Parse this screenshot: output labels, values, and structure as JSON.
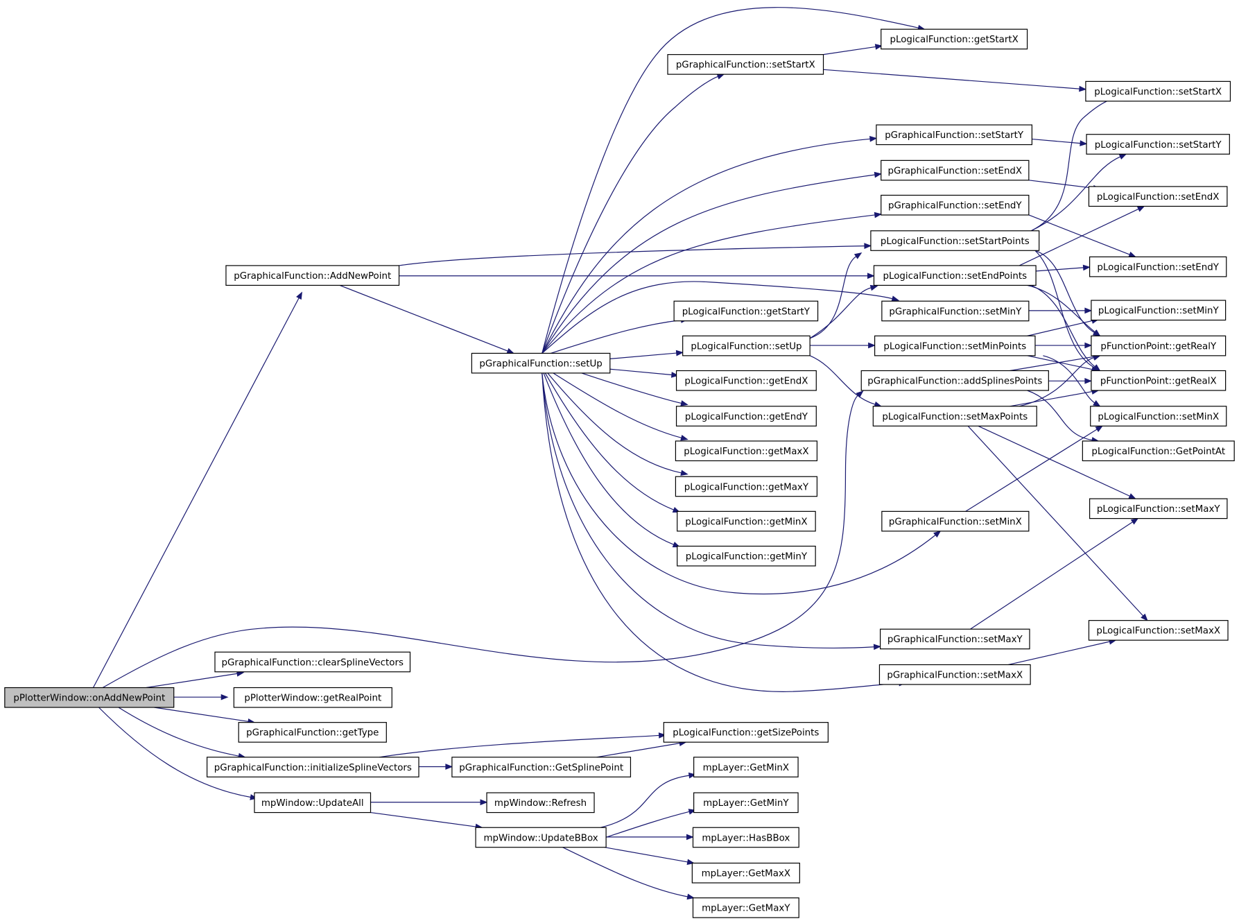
{
  "graph": {
    "nodes": [
      {
        "id": "root",
        "label": "pPlotterWindow::onAddNewPoint"
      },
      {
        "id": "addNewPoint",
        "label": "pGraphicalFunction::AddNewPoint"
      },
      {
        "id": "clearSplineVectors",
        "label": "pGraphicalFunction::clearSplineVectors"
      },
      {
        "id": "getRealPoint",
        "label": "pPlotterWindow::getRealPoint"
      },
      {
        "id": "getType",
        "label": "pGraphicalFunction::getType"
      },
      {
        "id": "initializeSplineVectors",
        "label": "pGraphicalFunction::initializeSplineVectors"
      },
      {
        "id": "updateAll",
        "label": "mpWindow::UpdateAll"
      },
      {
        "id": "setUp",
        "label": "pGraphicalFunction::setUp"
      },
      {
        "id": "getSplinePoint",
        "label": "pGraphicalFunction::GetSplinePoint"
      },
      {
        "id": "refresh",
        "label": "mpWindow::Refresh"
      },
      {
        "id": "updateBBox",
        "label": "mpWindow::UpdateBBox"
      },
      {
        "id": "gSetStartX",
        "label": "pGraphicalFunction::setStartX"
      },
      {
        "id": "lGetStartY",
        "label": "pLogicalFunction::getStartY"
      },
      {
        "id": "lSetUp",
        "label": "pLogicalFunction::setUp"
      },
      {
        "id": "lGetEndX",
        "label": "pLogicalFunction::getEndX"
      },
      {
        "id": "lGetEndY",
        "label": "pLogicalFunction::getEndY"
      },
      {
        "id": "lGetMaxX",
        "label": "pLogicalFunction::getMaxX"
      },
      {
        "id": "lGetMaxY",
        "label": "pLogicalFunction::getMaxY"
      },
      {
        "id": "lGetMinX",
        "label": "pLogicalFunction::getMinX"
      },
      {
        "id": "lGetMinY",
        "label": "pLogicalFunction::getMinY"
      },
      {
        "id": "lGetSizePoints",
        "label": "pLogicalFunction::getSizePoints"
      },
      {
        "id": "mpGetMinX",
        "label": "mpLayer::GetMinX"
      },
      {
        "id": "mpGetMinY",
        "label": "mpLayer::GetMinY"
      },
      {
        "id": "mpHasBBox",
        "label": "mpLayer::HasBBox"
      },
      {
        "id": "mpGetMaxX",
        "label": "mpLayer::GetMaxX"
      },
      {
        "id": "mpGetMaxY",
        "label": "mpLayer::GetMaxY"
      },
      {
        "id": "lGetStartX",
        "label": "pLogicalFunction::getStartX"
      },
      {
        "id": "gSetStartY",
        "label": "pGraphicalFunction::setStartY"
      },
      {
        "id": "gSetEndX",
        "label": "pGraphicalFunction::setEndX"
      },
      {
        "id": "gSetEndY",
        "label": "pGraphicalFunction::setEndY"
      },
      {
        "id": "lSetStartPoints",
        "label": "pLogicalFunction::setStartPoints"
      },
      {
        "id": "lSetEndPoints",
        "label": "pLogicalFunction::setEndPoints"
      },
      {
        "id": "gSetMinY",
        "label": "pGraphicalFunction::setMinY"
      },
      {
        "id": "lSetMinPoints",
        "label": "pLogicalFunction::setMinPoints"
      },
      {
        "id": "gAddSplinesPoints",
        "label": "pGraphicalFunction::addSplinesPoints"
      },
      {
        "id": "lSetMaxPoints",
        "label": "pLogicalFunction::setMaxPoints"
      },
      {
        "id": "gSetMinX",
        "label": "pGraphicalFunction::setMinX"
      },
      {
        "id": "gSetMaxY",
        "label": "pGraphicalFunction::setMaxY"
      },
      {
        "id": "gSetMaxX",
        "label": "pGraphicalFunction::setMaxX"
      },
      {
        "id": "lSetStartX",
        "label": "pLogicalFunction::setStartX"
      },
      {
        "id": "lSetStartY",
        "label": "pLogicalFunction::setStartY"
      },
      {
        "id": "lSetEndX",
        "label": "pLogicalFunction::setEndX"
      },
      {
        "id": "lSetEndY",
        "label": "pLogicalFunction::setEndY"
      },
      {
        "id": "lSetMinY",
        "label": "pLogicalFunction::setMinY"
      },
      {
        "id": "fpGetRealY",
        "label": "pFunctionPoint::getRealY"
      },
      {
        "id": "fpGetRealX",
        "label": "pFunctionPoint::getRealX"
      },
      {
        "id": "lSetMinX",
        "label": "pLogicalFunction::setMinX"
      },
      {
        "id": "lGetPointAt",
        "label": "pLogicalFunction::GetPointAt"
      },
      {
        "id": "lSetMaxY",
        "label": "pLogicalFunction::setMaxY"
      },
      {
        "id": "lSetMaxX",
        "label": "pLogicalFunction::setMaxX"
      }
    ],
    "edges": [
      [
        "root",
        "addNewPoint"
      ],
      [
        "root",
        "gAddSplinesPoints"
      ],
      [
        "root",
        "clearSplineVectors"
      ],
      [
        "root",
        "getRealPoint"
      ],
      [
        "root",
        "getType"
      ],
      [
        "root",
        "initializeSplineVectors"
      ],
      [
        "root",
        "updateAll"
      ],
      [
        "addNewPoint",
        "lSetStartPoints"
      ],
      [
        "addNewPoint",
        "lSetEndPoints"
      ],
      [
        "addNewPoint",
        "setUp"
      ],
      [
        "setUp",
        "lGetStartX"
      ],
      [
        "setUp",
        "gSetStartX"
      ],
      [
        "setUp",
        "gSetStartY"
      ],
      [
        "setUp",
        "gSetEndX"
      ],
      [
        "setUp",
        "gSetEndY"
      ],
      [
        "setUp",
        "gSetMinY"
      ],
      [
        "setUp",
        "lGetStartY"
      ],
      [
        "setUp",
        "lSetUp"
      ],
      [
        "setUp",
        "lGetEndX"
      ],
      [
        "setUp",
        "lGetEndY"
      ],
      [
        "setUp",
        "lGetMaxX"
      ],
      [
        "setUp",
        "lGetMaxY"
      ],
      [
        "setUp",
        "lGetMinX"
      ],
      [
        "setUp",
        "lGetMinY"
      ],
      [
        "setUp",
        "gSetMinX"
      ],
      [
        "setUp",
        "gSetMaxY"
      ],
      [
        "setUp",
        "gSetMaxX"
      ],
      [
        "gSetStartX",
        "lGetStartX"
      ],
      [
        "gSetStartX",
        "lSetStartX"
      ],
      [
        "gSetStartY",
        "lSetStartY"
      ],
      [
        "gSetEndX",
        "lSetEndX"
      ],
      [
        "gSetEndY",
        "lSetEndY"
      ],
      [
        "gSetMinY",
        "lSetMinY"
      ],
      [
        "gSetMinX",
        "lSetMinX"
      ],
      [
        "gSetMaxY",
        "lSetMaxY"
      ],
      [
        "gSetMaxX",
        "lSetMaxX"
      ],
      [
        "lSetUp",
        "lSetStartPoints"
      ],
      [
        "lSetUp",
        "lSetEndPoints"
      ],
      [
        "lSetUp",
        "lSetMinPoints"
      ],
      [
        "lSetUp",
        "lSetMaxPoints"
      ],
      [
        "lSetStartPoints",
        "lSetStartX"
      ],
      [
        "lSetStartPoints",
        "lSetStartY"
      ],
      [
        "lSetStartPoints",
        "fpGetRealY"
      ],
      [
        "lSetStartPoints",
        "fpGetRealX"
      ],
      [
        "lSetEndPoints",
        "lSetEndX"
      ],
      [
        "lSetEndPoints",
        "lSetEndY"
      ],
      [
        "lSetEndPoints",
        "fpGetRealY"
      ],
      [
        "lSetEndPoints",
        "fpGetRealX"
      ],
      [
        "lSetMinPoints",
        "lSetMinY"
      ],
      [
        "lSetMinPoints",
        "fpGetRealY"
      ],
      [
        "lSetMinPoints",
        "fpGetRealX"
      ],
      [
        "lSetMinPoints",
        "lSetMinX"
      ],
      [
        "lSetMaxPoints",
        "fpGetRealY"
      ],
      [
        "lSetMaxPoints",
        "fpGetRealX"
      ],
      [
        "lSetMaxPoints",
        "lSetMaxY"
      ],
      [
        "lSetMaxPoints",
        "lSetMaxX"
      ],
      [
        "gAddSplinesPoints",
        "fpGetRealY"
      ],
      [
        "gAddSplinesPoints",
        "fpGetRealX"
      ],
      [
        "gAddSplinesPoints",
        "lGetPointAt"
      ],
      [
        "initializeSplineVectors",
        "lGetSizePoints"
      ],
      [
        "initializeSplineVectors",
        "getSplinePoint"
      ],
      [
        "getSplinePoint",
        "lGetSizePoints"
      ],
      [
        "updateAll",
        "refresh"
      ],
      [
        "updateAll",
        "updateBBox"
      ],
      [
        "updateBBox",
        "mpGetMinX"
      ],
      [
        "updateBBox",
        "mpGetMinY"
      ],
      [
        "updateBBox",
        "mpHasBBox"
      ],
      [
        "updateBBox",
        "mpGetMaxX"
      ],
      [
        "updateBBox",
        "mpGetMaxY"
      ]
    ]
  },
  "colors": {
    "edge": "#191970",
    "root_fill": "#bfbfbf",
    "node_fill": "#ffffff",
    "border": "#000000"
  }
}
